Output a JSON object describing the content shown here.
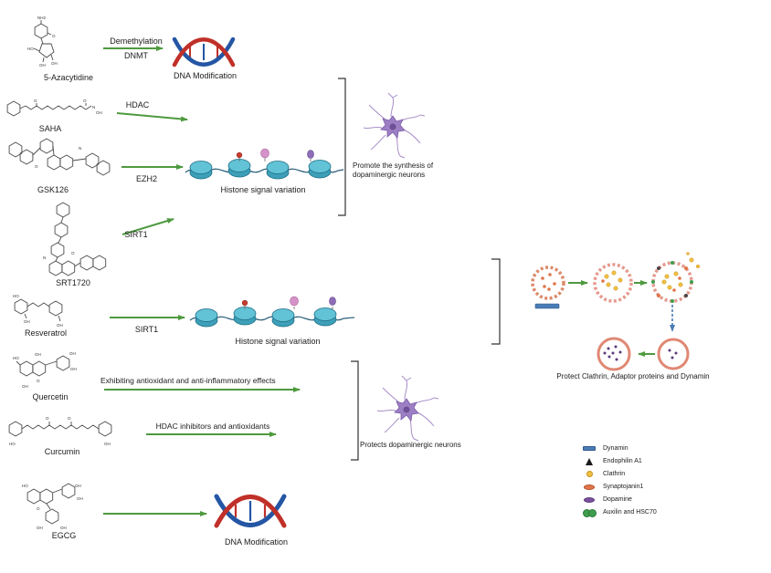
{
  "compounds": [
    {
      "name": "5-Azacytidine",
      "atoms": [
        "NH2",
        "O",
        "HO",
        "OH",
        "OH"
      ]
    },
    {
      "name": "SAHA",
      "atoms": [
        "O",
        "O",
        "N",
        "OH"
      ]
    },
    {
      "name": "GSK126",
      "atoms": [
        "O",
        "N"
      ]
    },
    {
      "name": "SRT1720",
      "atoms": [
        "N",
        "O"
      ]
    },
    {
      "name": "Resveratrol",
      "atoms": [
        "HO",
        "OH",
        "OH"
      ]
    },
    {
      "name": "Quercetin",
      "atoms": [
        "HO",
        "OH",
        "OH",
        "OH",
        "O",
        "OH"
      ]
    },
    {
      "name": "Curcumin",
      "atoms": [
        "O",
        "O",
        "HO",
        "OH"
      ]
    },
    {
      "name": "EGCG",
      "atoms": [
        "HO",
        "OH",
        "OH",
        "O",
        "OH",
        "OH"
      ]
    }
  ],
  "labels": {
    "demethylation": "Demethylation",
    "dnmt": "DNMT",
    "hdac": "HDAC",
    "ezh2": "EZH2",
    "sirt1_srt1720": "SIRT1",
    "sirt1_resveratrol": "SIRT1",
    "quercetin_effect": "Exhibiting antioxidant and anti-inflammatory effects",
    "curcumin_effect": "HDAC inhibitors and antioxidants"
  },
  "captions": {
    "dna_modification_top": "DNA Modification",
    "histone_signal_variation_1": "Histone signal variation",
    "promote_neurons": "Promote the synthesis of dopaminergic neurons",
    "histone_signal_variation_2": "Histone signal variation",
    "protects_neurons": "Protects dopaminergic neurons",
    "dna_modification_bottom": "DNA Modification",
    "protect_clathrin": "Protect Clathrin, Adaptor proteins and Dynamin"
  },
  "legend": {
    "items": [
      {
        "label": "Dynamin",
        "shape": "rectangle",
        "color": "#4a7cb5"
      },
      {
        "label": "Endophilin A1",
        "shape": "triangle",
        "color": "#1a1a1a"
      },
      {
        "label": "Clathrin",
        "shape": "circle",
        "color": "#f0c040"
      },
      {
        "label": "Synaptojanin1",
        "shape": "oval",
        "color": "#e0764a"
      },
      {
        "label": "Dopamine",
        "shape": "oval",
        "color": "#7a4f9e"
      },
      {
        "label": "Auxilin and HSC70",
        "shape": "double-circle",
        "color": "#3f9e4d"
      }
    ]
  },
  "colors": {
    "arrow_green": "#4e9a3f",
    "dna_blue": "#2456a4",
    "dna_red": "#c03028",
    "histone_teal": "#3d9fb8",
    "neuron_purple": "#9d7fc4",
    "vesicle_ring_pink": "#e59a8e",
    "dynamin_blue": "#4a7cb5",
    "clathrin_yellow": "#f0c040",
    "dopamine_purple": "#5c3a78"
  }
}
